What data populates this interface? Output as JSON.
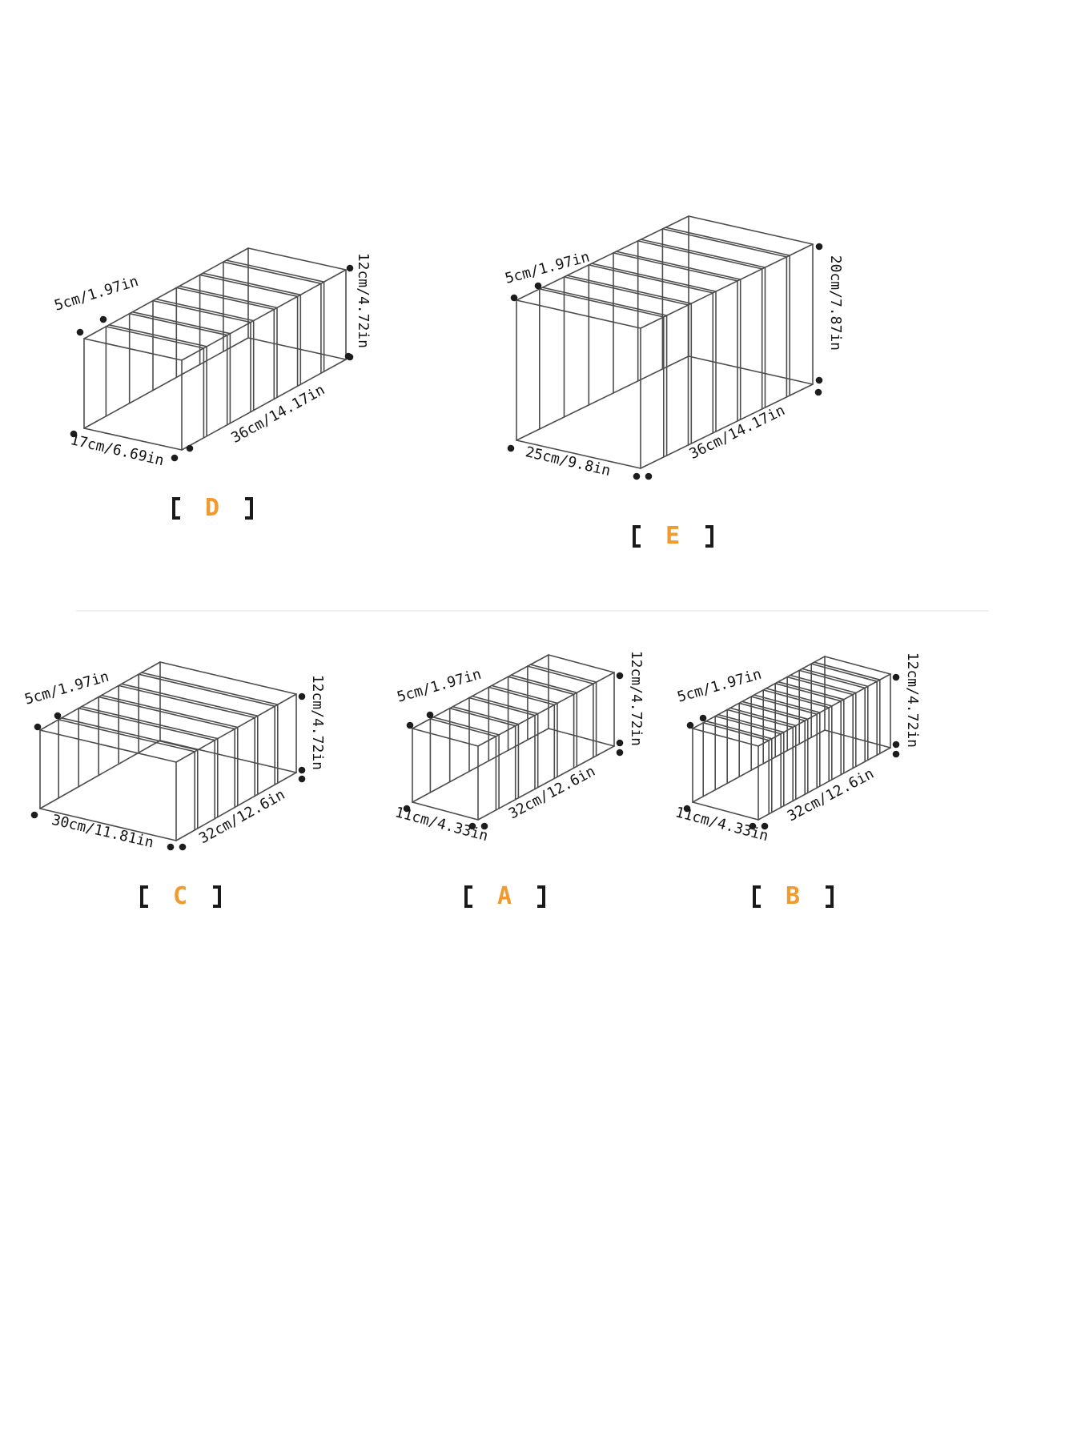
{
  "page": {
    "background": "#ffffff",
    "line_color": "#4c4c4c",
    "dot_color": "#1d1d1d",
    "dim_text_color": "#141414",
    "letter_color": "#f09a30",
    "bracket_color": "#1a1a1a"
  },
  "caption": {
    "open": "【",
    "close": "】"
  },
  "boxes": [
    {
      "id": "D",
      "letter": "D",
      "compartments": 7,
      "dims": {
        "slot": "5cm/1.97in",
        "height": "12cm/4.72in",
        "length": "36cm/14.17in",
        "width": "17cm/6.69in"
      }
    },
    {
      "id": "E",
      "letter": "E",
      "compartments": 7,
      "dims": {
        "slot": "5cm/1.97in",
        "height": "20cm/7.87in",
        "length": "36cm/14.17in",
        "width": "25cm/9.8in"
      }
    },
    {
      "id": "C",
      "letter": "C",
      "compartments": 6,
      "dims": {
        "slot": "5cm/1.97in",
        "height": "12cm/4.72in",
        "length": "32cm/12.6in",
        "width": "30cm/11.81in"
      }
    },
    {
      "id": "A",
      "letter": "A",
      "compartments": 7,
      "dims": {
        "slot": "5cm/1.97in",
        "height": "12cm/4.72in",
        "length": "32cm/12.6in",
        "width": "11cm/4.33in"
      }
    },
    {
      "id": "B",
      "letter": "B",
      "compartments": 11,
      "dims": {
        "slot": "5cm/1.97in",
        "height": "12cm/4.72in",
        "length": "32cm/12.6in",
        "width": "11cm/4.33in"
      }
    }
  ]
}
